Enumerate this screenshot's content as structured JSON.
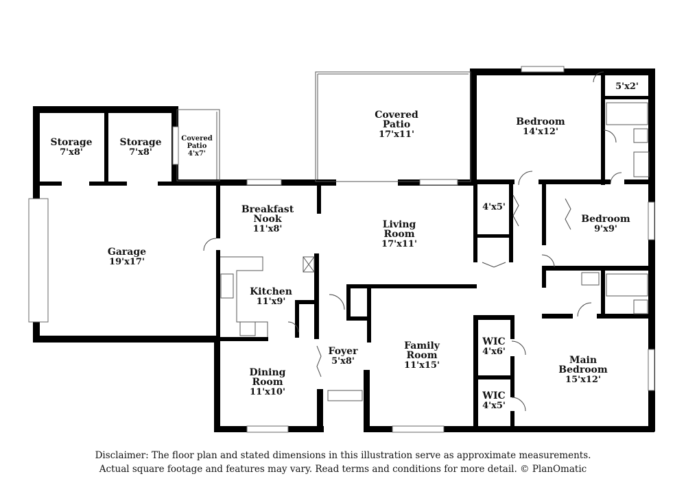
{
  "rooms": {
    "storage1": {
      "name": "Storage",
      "dim": "7'x8'"
    },
    "storage2": {
      "name": "Storage",
      "dim": "7'x8'"
    },
    "covered_patio_small": {
      "name1": "Covered",
      "name2": "Patio",
      "dim": "4'x7'"
    },
    "garage": {
      "name": "Garage",
      "dim": "19'x17'"
    },
    "breakfast_nook": {
      "name1": "Breakfast",
      "name2": "Nook",
      "dim": "11'x8'"
    },
    "kitchen": {
      "name": "Kitchen",
      "dim": "11'x9'"
    },
    "dining_room": {
      "name1": "Dining",
      "name2": "Room",
      "dim": "11'x10'"
    },
    "covered_patio": {
      "name1": "Covered",
      "name2": "Patio",
      "dim": "17'x11'"
    },
    "living_room": {
      "name1": "Living",
      "name2": "Room",
      "dim": "17'x11'"
    },
    "foyer": {
      "name": "Foyer",
      "dim": "5'x8'"
    },
    "family_room": {
      "name1": "Family",
      "name2": "Room",
      "dim": "11'x15'"
    },
    "bedroom1": {
      "name": "Bedroom",
      "dim": "14'x12'"
    },
    "closet_5x2": {
      "dim": "5'x2'"
    },
    "closet_4x5": {
      "dim": "4'x5'"
    },
    "bedroom2": {
      "name": "Bedroom",
      "dim": "9'x9'"
    },
    "wic1": {
      "name": "WIC",
      "dim": "4'x6'"
    },
    "wic2": {
      "name": "WIC",
      "dim": "4'x5'"
    },
    "main_bedroom": {
      "name1": "Main",
      "name2": "Bedroom",
      "dim": "15'x12'"
    }
  },
  "disclaimer": {
    "line1": "Disclaimer: The floor plan and stated dimensions in this illustration serve as approximate measurements.",
    "line2": "Actual square footage and features may vary. Read terms and conditions for more detail. © PlanOmatic"
  }
}
